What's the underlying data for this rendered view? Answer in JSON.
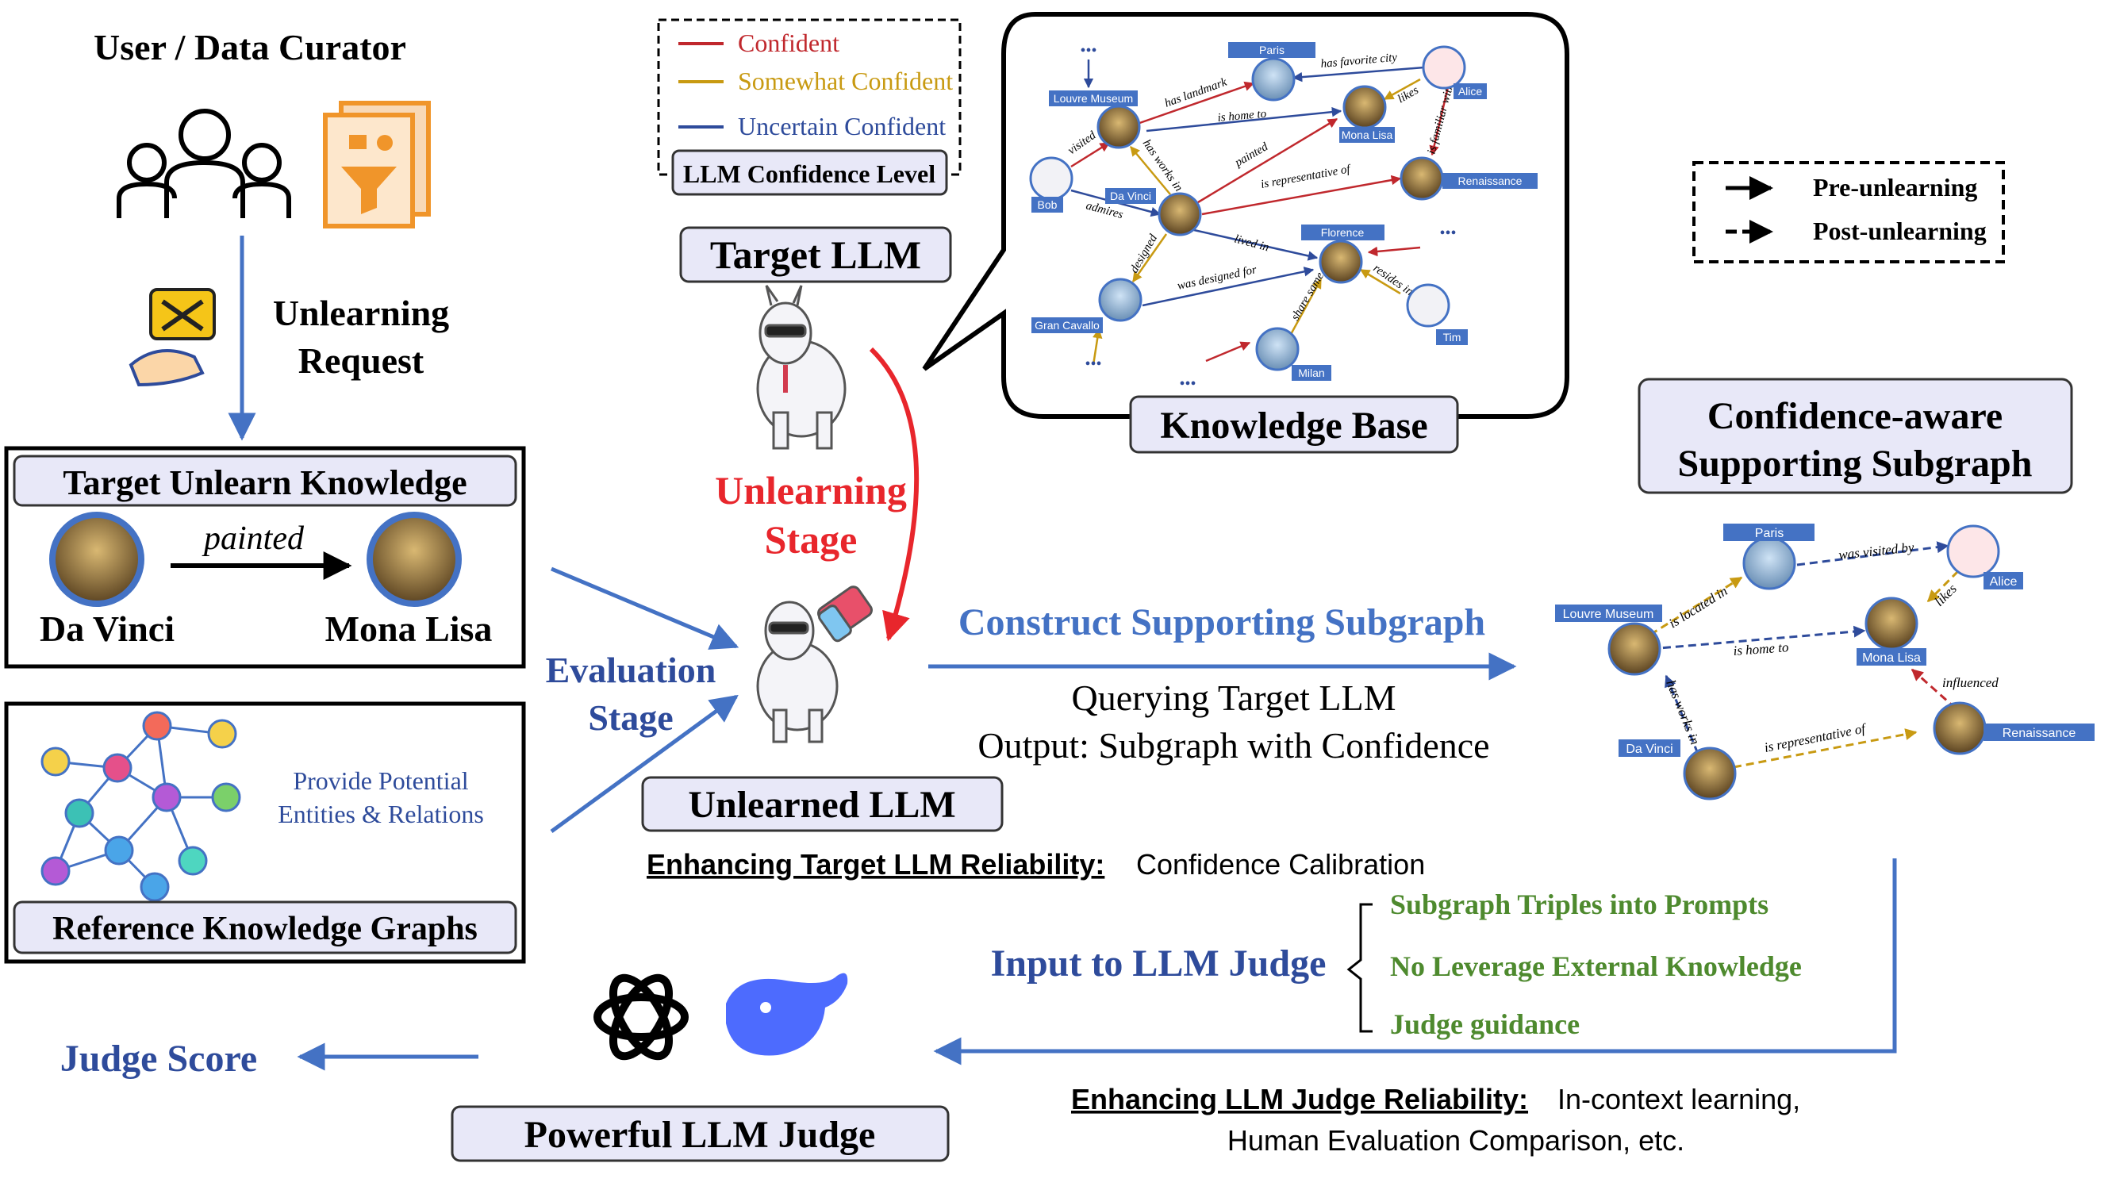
{
  "curator": {
    "title": "User / Data Curator",
    "request": "Unlearning",
    "request2": "Request",
    "icons": [
      "users-group-icon",
      "data-filter-icon",
      "tools-request-icon"
    ]
  },
  "target_knowledge": {
    "title": "Target Unlearn Knowledge",
    "subject": "Da Vinci",
    "relation": "painted",
    "object": "Mona Lisa"
  },
  "reference": {
    "title": "Reference Knowledge Graphs",
    "note1": "Provide Potential",
    "note2": "Entities & Relations"
  },
  "evaluation": {
    "line1": "Evaluation",
    "line2": "Stage"
  },
  "legend_confidence": {
    "title": "LLM Confidence Level",
    "items": [
      {
        "label": "Confident",
        "color": "#c0282d"
      },
      {
        "label": "Somewhat Confident",
        "color": "#c89a12"
      },
      {
        "label": "Uncertain Confident",
        "color": "#2e4b9b"
      }
    ]
  },
  "target_llm": {
    "title": "Target LLM"
  },
  "unlearning": {
    "line1": "Unlearning",
    "line2": "Stage"
  },
  "unlearned_llm": {
    "title": "Unlearned LLM"
  },
  "knowledge_base": {
    "title": "Knowledge Base",
    "nodes": {
      "paris": "Paris",
      "louvre": "Louvre Museum",
      "alice": "Alice",
      "monalisa": "Mona Lisa",
      "bob": "Bob",
      "davinci": "Da Vinci",
      "renaissance": "Renaissance",
      "florence": "Florence",
      "grancavallo": "Gran Cavallo",
      "milan": "Milan",
      "tim": "Tim"
    },
    "edges": {
      "has_landmark": "has landmark",
      "has_favorite_city": "has favorite city",
      "is_home_to": "is home to",
      "likes": "likes",
      "is_familiar_with": "is familiar with",
      "visited": "visited",
      "has_works_in": "has works in",
      "painted": "painted",
      "is_representative_of": "is representative of",
      "admires": "admires",
      "lived_in": "lived in",
      "designed": "designed",
      "was_designed_for": "was designed for",
      "share_same_country": "share same country",
      "resides_in": "resides in"
    },
    "ellipsis": "•••"
  },
  "legend_unlearning": {
    "pre": "Pre-unlearning",
    "post": "Post-unlearning"
  },
  "subgraph": {
    "title1": "Confidence-aware",
    "title2": "Supporting Subgraph",
    "nodes": {
      "paris": "Paris",
      "louvre": "Louvre Museum",
      "alice": "Alice",
      "monalisa": "Mona Lisa",
      "davinci": "Da Vinci",
      "renaissance": "Renaissance"
    },
    "edges": {
      "was_visited_by": "was visited by",
      "is_located_in": "is located in",
      "likes": "likes",
      "is_home_to": "is home to",
      "has_works_in": "has works in",
      "influenced": "influenced",
      "is_representative_of": "is representative of"
    }
  },
  "construct": {
    "title": "Construct Supporting Subgraph",
    "line1": "Querying Target LLM",
    "line2": "Output: Subgraph with Confidence"
  },
  "target_reliability": {
    "label": "Enhancing Target LLM Reliability:",
    "text": "Confidence Calibration"
  },
  "judge_input": {
    "title": "Input to LLM Judge",
    "items": [
      "Subgraph Triples into Prompts",
      "No Leverage External Knowledge",
      "Judge guidance"
    ]
  },
  "judge": {
    "title": "Powerful LLM Judge",
    "score": "Judge Score",
    "icons": [
      "openai-logo-icon",
      "deepseek-whale-icon"
    ]
  },
  "judge_reliability": {
    "label": "Enhancing LLM Judge Reliability:",
    "text1": "In-context learning,",
    "text2": "Human Evaluation Comparison, etc."
  },
  "colors": {
    "blue": "#4472c4",
    "navy": "#2e4b9b",
    "red": "#c0282d",
    "gold": "#c89a12",
    "green": "#4e8a2e",
    "box_fill": "#e8e8f8",
    "bright_red": "#e8262c"
  }
}
